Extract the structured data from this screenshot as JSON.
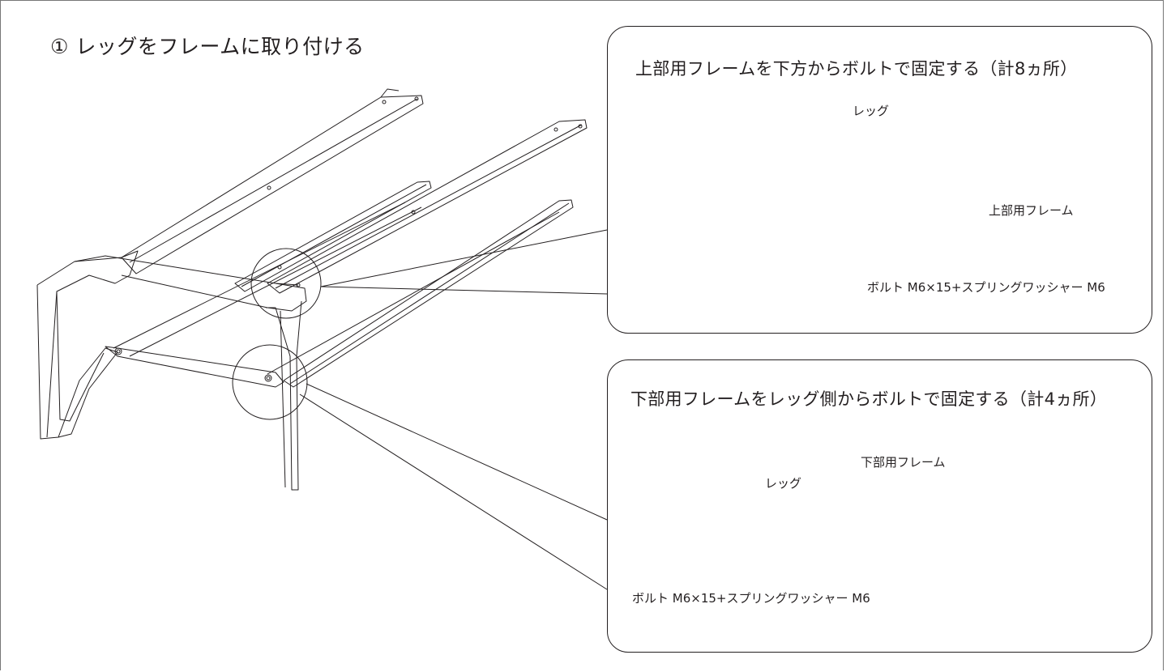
{
  "step": {
    "title": "① レッグをフレームに取り付ける"
  },
  "detail_top": {
    "title": "上部用フレームを下方からボルトで固定する（計8ヵ所）",
    "labels": {
      "leg": "レッグ",
      "upper_frame": "上部用フレーム",
      "bolt": "ボルト M6×15+スプリングワッシャー M6"
    }
  },
  "detail_bottom": {
    "title": "下部用フレームをレッグ側からボルトで固定する（計4ヵ所）",
    "labels": {
      "lower_frame": "下部用フレーム",
      "leg": "レッグ",
      "bolt": "ボルト M6×15+スプリングワッシャー M6"
    }
  },
  "colors": {
    "line": "#231f20",
    "panel_border": "#231f20",
    "background": "#ffffff"
  }
}
